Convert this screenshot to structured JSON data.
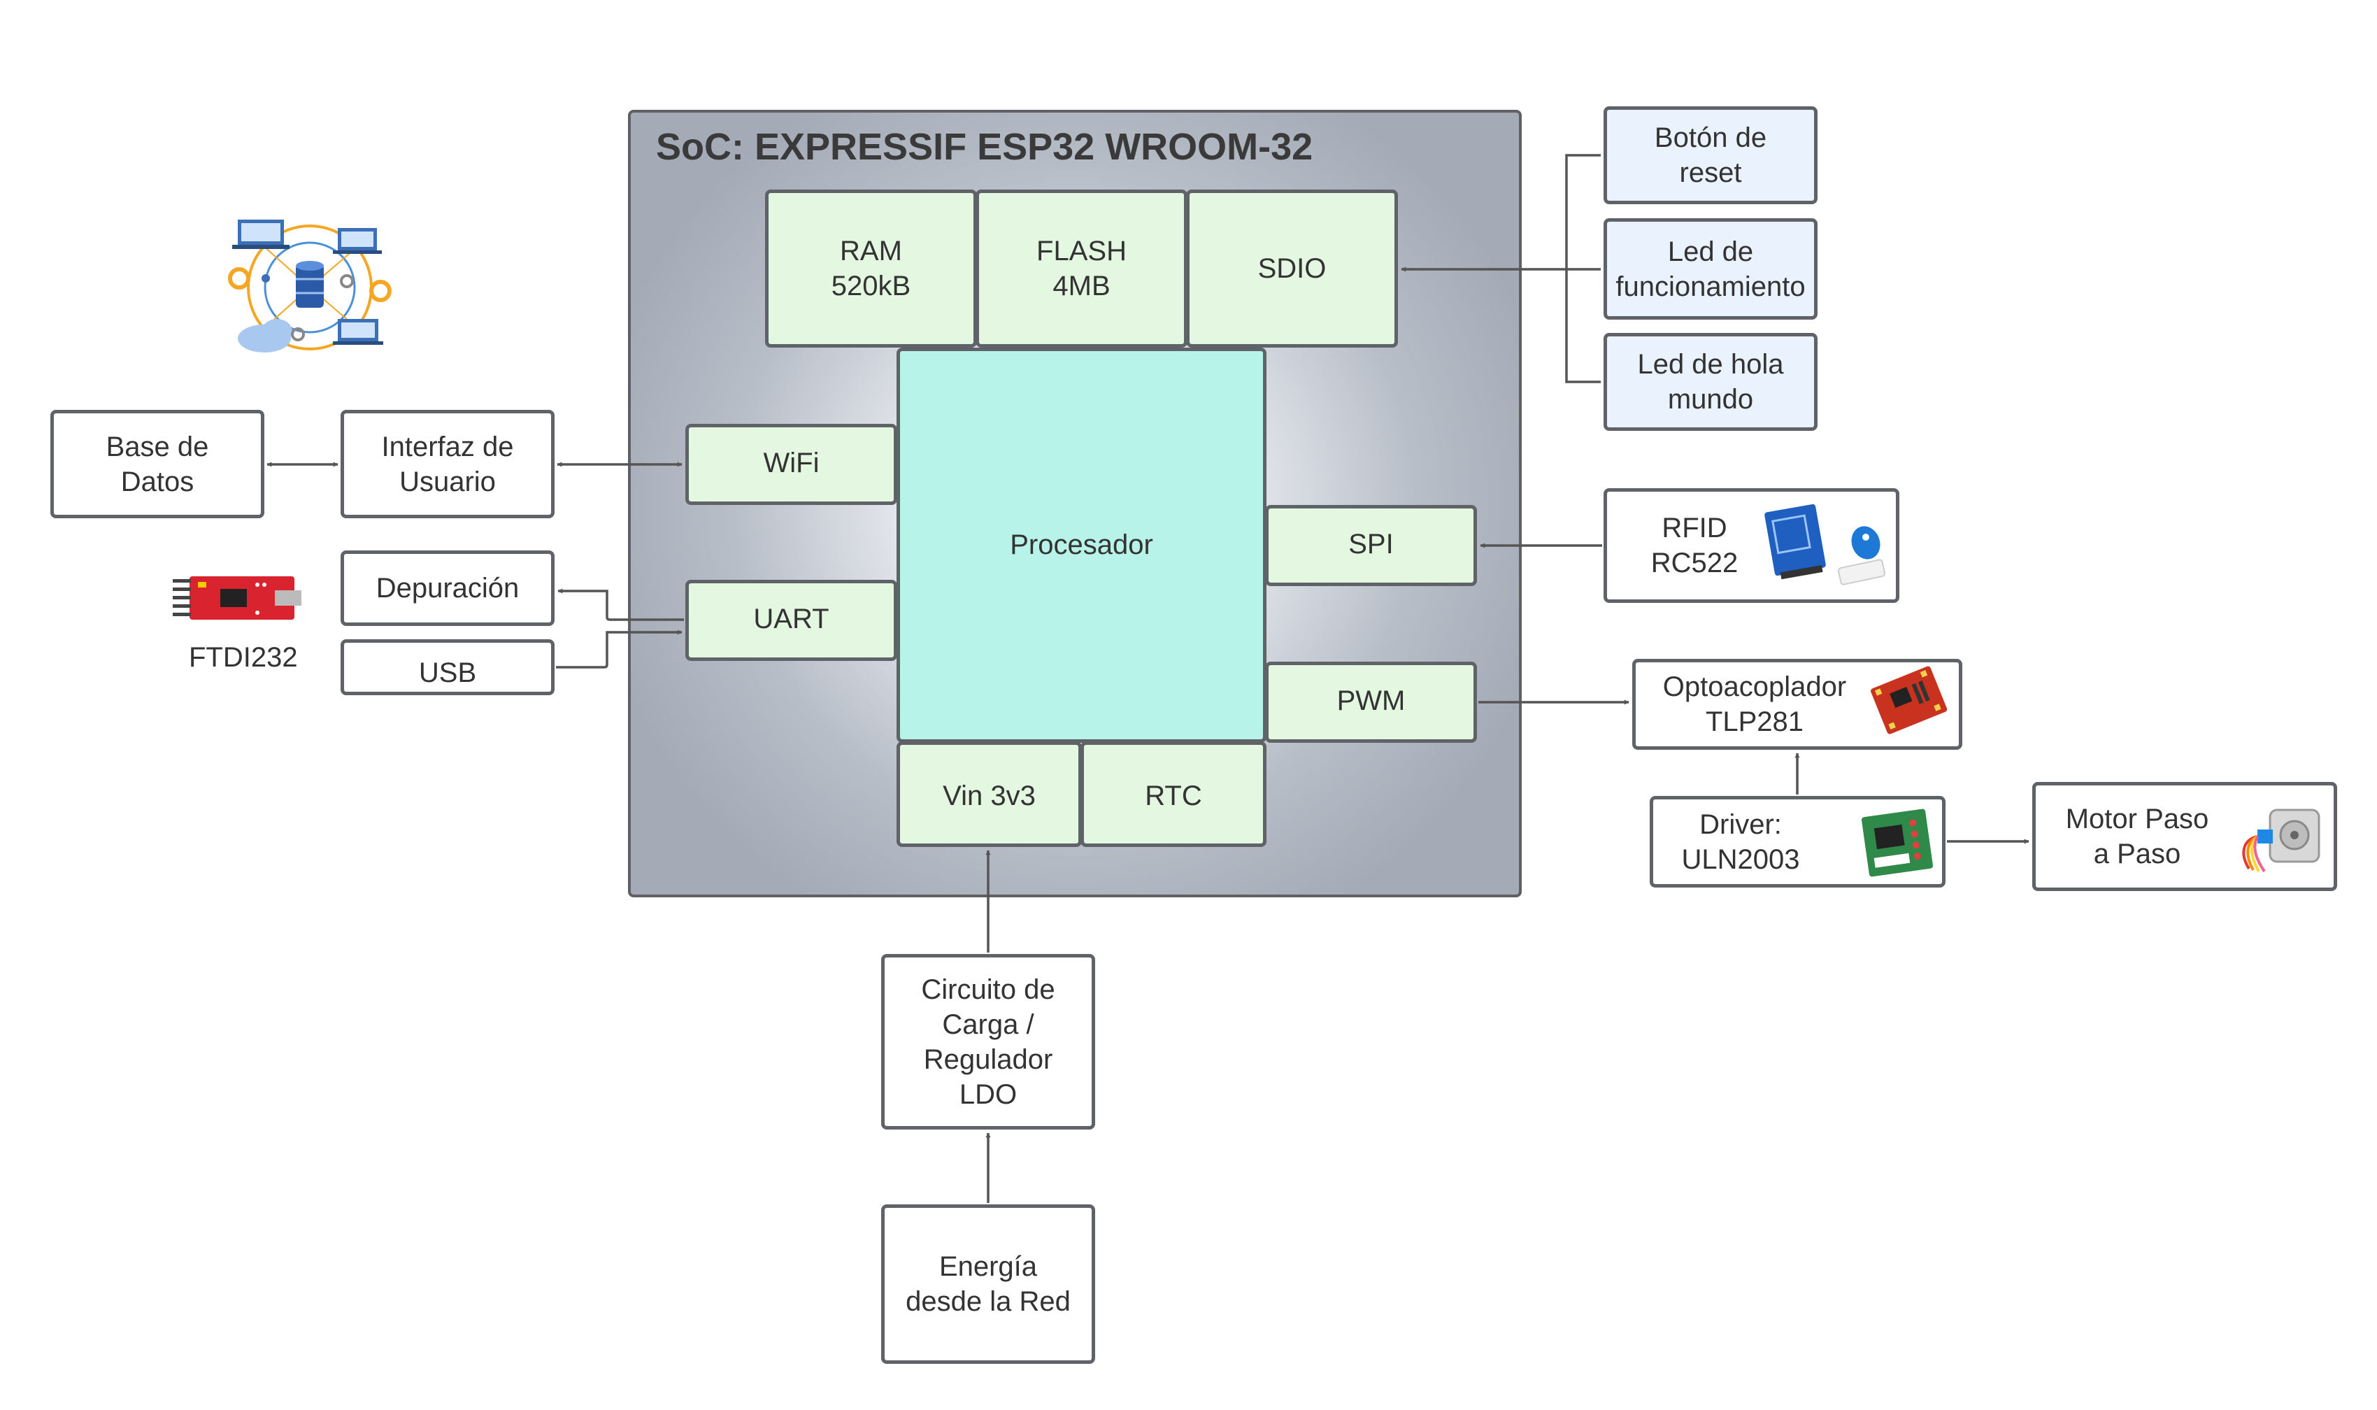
{
  "soc": {
    "title": "SoC: EXPRESSIF ESP32 WROOM-32",
    "ram": [
      "RAM",
      "520kB"
    ],
    "flash": [
      "FLASH",
      "4MB"
    ],
    "sdio": "SDIO",
    "processor": "Procesador",
    "wifi": "WiFi",
    "uart": "UART",
    "spi": "SPI",
    "pwm": "PWM",
    "vin": "Vin 3v3",
    "rtc": "RTC"
  },
  "left": {
    "database": [
      "Base de",
      "Datos"
    ],
    "user_interface": [
      "Interfaz de",
      "Usuario"
    ],
    "debug": "Depuración",
    "usb": "USB",
    "ftdi_label": "FTDI232"
  },
  "right": {
    "reset_button": [
      "Botón de",
      "reset"
    ],
    "led_running": [
      "Led de",
      "funcionamiento"
    ],
    "led_hello": [
      "Led de hola",
      "mundo"
    ],
    "rfid": [
      "RFID",
      "RC522"
    ],
    "optocoupler": [
      "Optoacoplador",
      "TLP281"
    ],
    "driver": [
      "Driver:",
      "ULN2003"
    ],
    "motor": [
      "Motor Paso",
      "a Paso"
    ]
  },
  "power": {
    "charger": [
      "Circuito de",
      "Carga /",
      "Regulador",
      "LDO"
    ],
    "mains": [
      "Energía",
      "desde la Red"
    ]
  },
  "icons": [
    "network-database-icon",
    "ftdi232-board-icon",
    "rfid-reader-icon",
    "optocoupler-board-icon",
    "uln2003-board-icon",
    "stepper-motor-icon"
  ],
  "colors": {
    "soc_fill": "#a4abb6",
    "internal_block": "#e4f8e1",
    "processor": "#b8f3ea",
    "indicator_block": "#eaf2fd",
    "border": "#5f6368"
  }
}
